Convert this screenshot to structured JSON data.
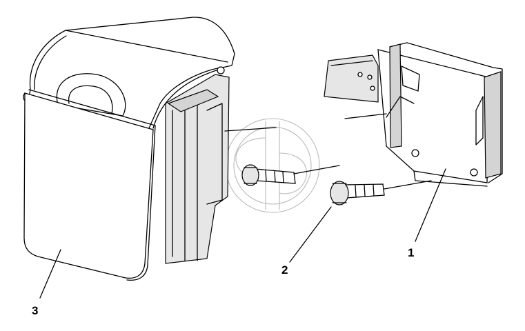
{
  "diagram": {
    "callouts": [
      {
        "id": "bracket",
        "label": "1"
      },
      {
        "id": "bolt",
        "label": "2"
      },
      {
        "id": "cover",
        "label": "3"
      }
    ],
    "colors": {
      "line": "#000000",
      "shade": "#d4d4d4",
      "watermark": "#b9b9b9"
    }
  }
}
